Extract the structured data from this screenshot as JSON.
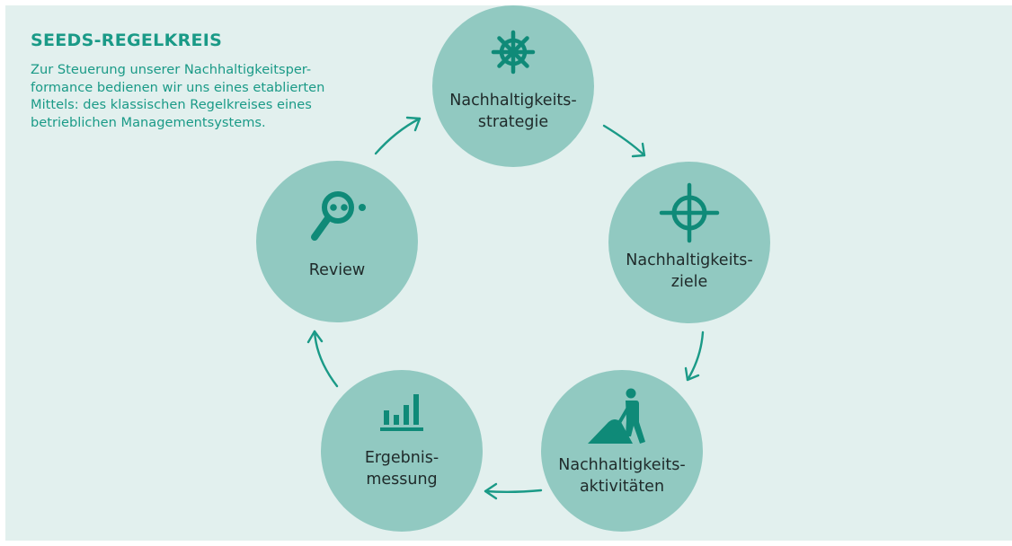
{
  "header": {
    "title": "SEEDS-REGELKREIS",
    "intro_lines": [
      "Zur Steuerung unserer Nachhaltigkeitsper-",
      "formance bedienen wir uns eines etablierten",
      "Mittels: des klassischen Regelkreises eines",
      "betrieblichen Managementsystems."
    ]
  },
  "cycle": {
    "nodes": [
      {
        "icon": "ships-wheel-icon",
        "label_lines": [
          "Nachhaltigkeits-",
          "strategie"
        ]
      },
      {
        "icon": "crosshair-target-icon",
        "label_lines": [
          "Nachhaltigkeits-",
          "ziele"
        ]
      },
      {
        "icon": "shovel-worker-icon",
        "label_lines": [
          "Nachhaltigkeits-",
          "aktivitäten"
        ]
      },
      {
        "icon": "bar-chart-icon",
        "label_lines": [
          "Ergebnis-",
          "messung"
        ]
      },
      {
        "icon": "magnifier-icon",
        "label_lines": [
          "Review"
        ]
      }
    ],
    "direction": "clockwise"
  },
  "colors": {
    "background": "#e2f0ee",
    "circle": "#91c9c1",
    "accent": "#1a9a87",
    "icon": "#0f8a78",
    "text": "#1f2a2a"
  }
}
